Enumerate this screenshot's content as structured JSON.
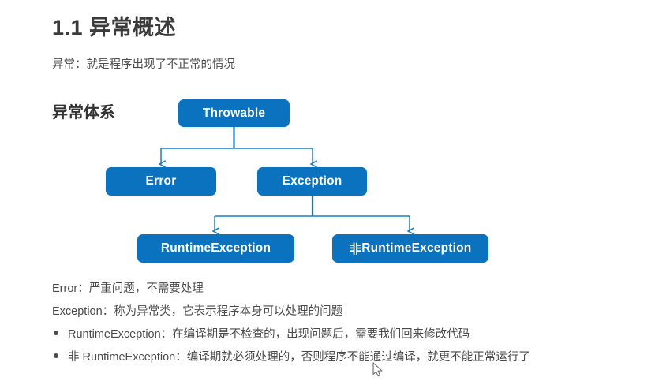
{
  "document": {
    "section_heading": "1.1 异常概述",
    "lead_paragraph": "异常：就是程序出现了不正常的情况",
    "sub_heading": "异常体系"
  },
  "diagram": {
    "accent_color": "#0b72bf",
    "connector_color": "#1b7fc4",
    "nodes": {
      "throwable": "Throwable",
      "error": "Error",
      "exception": "Exception",
      "runtime_exception": "RuntimeException",
      "non_runtime_exception_prefix": "非",
      "non_runtime_exception_name": "RuntimeException"
    }
  },
  "notes": {
    "error_note": "Error：严重问题，不需要处理",
    "exception_note": "Exception：称为异常类，它表示程序本身可以处理的问题",
    "bullets": [
      "RuntimeException：在编译期是不检查的，出现问题后，需要我们回来修改代码",
      "非 RuntimeException：编译期就必须处理的，否则程序不能通过编译，就更不能正常运行了"
    ]
  }
}
